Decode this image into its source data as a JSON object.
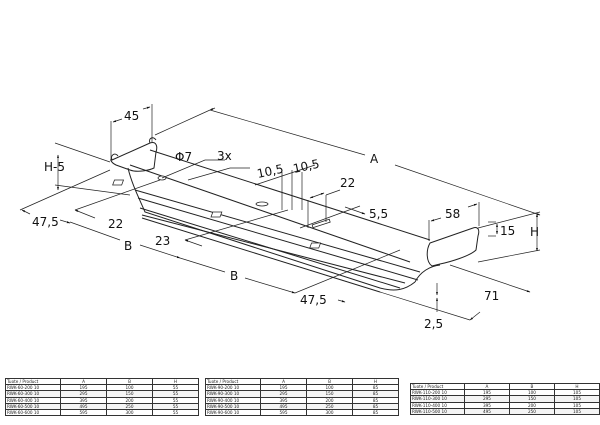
{
  "drawing": {
    "title": "Perforated base plate with end brackets",
    "dimensions": {
      "top_bracket_width": "45",
      "side_height_offset": "H-5",
      "hole_diameter": "Φ7",
      "hole_count": "3x",
      "slot_spacing_1": "10,5",
      "slot_spacing_2": "10,5",
      "slot_length": "22",
      "slot_width": "5,5",
      "overall_length": "A",
      "end_bracket_width": "58",
      "lip_height": "15",
      "overall_height": "H",
      "left_offset": "47,5",
      "left_hole_offset": "22",
      "hole_pitch_1": "B",
      "edge_to_slot": "23",
      "hole_pitch_2": "B",
      "right_offset": "47,5",
      "plate_thickness": "2,5",
      "overall_width": "71"
    }
  },
  "tables": [
    {
      "headers": [
        "Tuote / Product",
        "A",
        "B",
        "H"
      ],
      "rows": [
        [
          "RWK-60-200 10",
          "195",
          "100",
          "55"
        ],
        [
          "RWK-60-300 10",
          "295",
          "150",
          "55"
        ],
        [
          "RWK-60-400 10",
          "395",
          "200",
          "55"
        ],
        [
          "RWK-60-500 10",
          "495",
          "250",
          "55"
        ],
        [
          "RWK-60-600 10",
          "595",
          "300",
          "55"
        ]
      ]
    },
    {
      "headers": [
        "Tuote / Product",
        "A",
        "B",
        "H"
      ],
      "rows": [
        [
          "RWK-90-200 10",
          "195",
          "100",
          "85"
        ],
        [
          "RWK-90-300 10",
          "295",
          "150",
          "85"
        ],
        [
          "RWK-90-400 10",
          "395",
          "200",
          "85"
        ],
        [
          "RWK-90-500 10",
          "495",
          "250",
          "85"
        ],
        [
          "RWK-90-600 10",
          "595",
          "300",
          "85"
        ]
      ]
    },
    {
      "headers": [
        "Tuote / Product",
        "A",
        "B",
        "H"
      ],
      "rows": [
        [
          "RWK-110-200 10",
          "195",
          "100",
          "105"
        ],
        [
          "RWK-110-300 10",
          "295",
          "150",
          "105"
        ],
        [
          "RWK-110-400 10",
          "395",
          "200",
          "105"
        ],
        [
          "RWK-110-500 10",
          "495",
          "250",
          "105"
        ]
      ]
    }
  ]
}
